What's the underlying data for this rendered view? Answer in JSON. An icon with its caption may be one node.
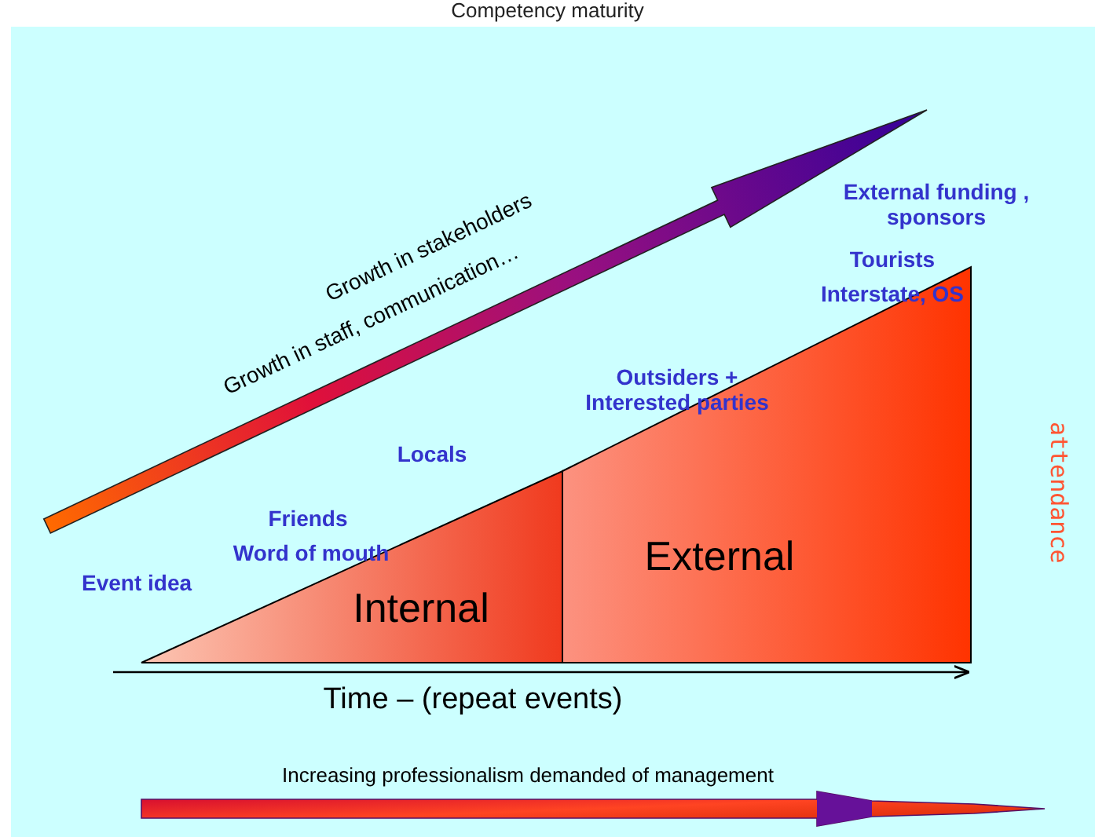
{
  "diagram": {
    "title": "Competency maturity",
    "nodes": [
      {
        "text": [
          "Internal"
        ]
      },
      {
        "text": [
          "External"
        ]
      }
    ],
    "edges": [],
    "labels": [
      "Growth in stakeholders",
      "Growth in staff, communication…",
      "External funding , sponsors",
      "Tourists",
      "Interstate, OS",
      "Outsiders + Interested parties",
      "Locals",
      "Friends",
      "Word of mouth",
      "attendance",
      "Event idea",
      "Time – (repeat events)",
      "Increasing professionalism demanded of management"
    ]
  }
}
